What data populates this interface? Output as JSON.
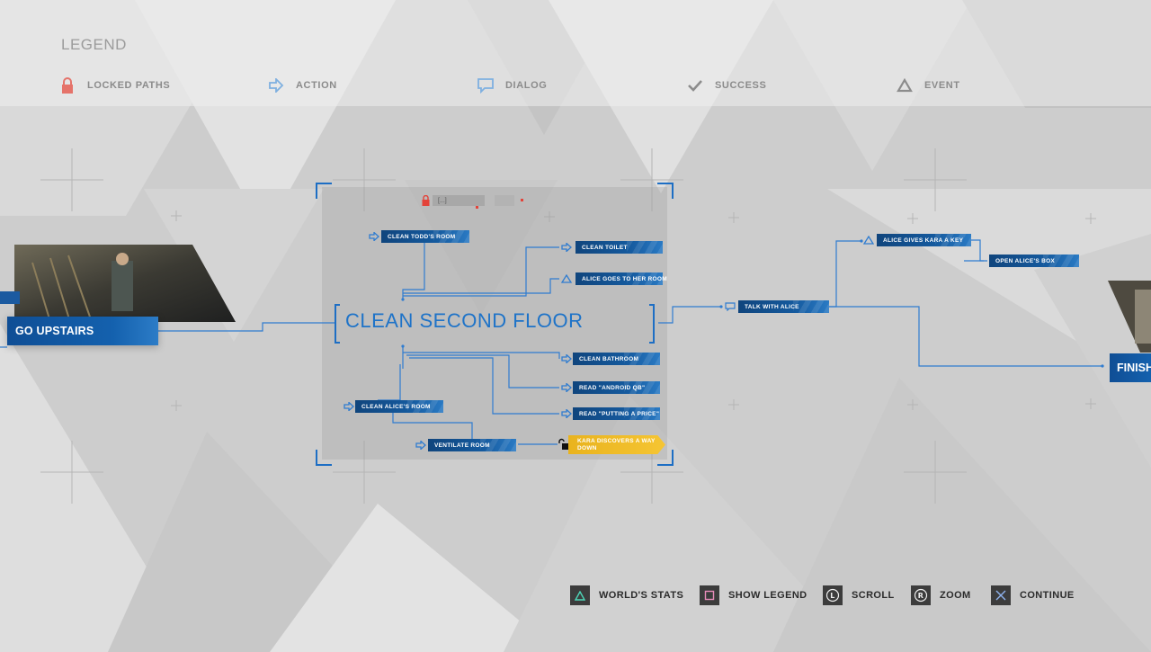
{
  "legend": {
    "title": "LEGEND",
    "items": [
      {
        "label": "LOCKED PATHS",
        "icon": "lock-icon",
        "color": "#e5736a"
      },
      {
        "label": "ACTION",
        "icon": "arrow-right-icon",
        "color": "#7fb0e0"
      },
      {
        "label": "DIALOG",
        "icon": "speech-bubble-icon",
        "color": "#7fb0e0"
      },
      {
        "label": "SUCCESS",
        "icon": "checkmark-icon",
        "color": "#8c8c8c"
      },
      {
        "label": "EVENT",
        "icon": "triangle-icon",
        "color": "#8c8c8c"
      }
    ]
  },
  "flowchart": {
    "previous_node": "GO UPSTAIRS",
    "scene_title": "CLEAN SECOND FLOOR",
    "locked_node": "[...]",
    "nodes": {
      "clean_todds_room": "CLEAN TODD'S ROOM",
      "clean_toilet": "CLEAN TOILET",
      "alice_goes_to_her_room": "ALICE GOES TO HER ROOM",
      "clean_bathroom": "CLEAN BATHROOM",
      "read_android_qb": "READ \"ANDROID QB\"",
      "read_putting_a_price": "READ \"PUTTING A PRICE\"",
      "clean_alices_room": "CLEAN ALICE'S ROOM",
      "ventilate_room": "VENTILATE ROOM",
      "kara_discovers": "KARA DISCOVERS A WAY DOWN",
      "talk_with_alice": "TALK WITH ALICE",
      "alice_gives_kara_a_key": "ALICE GIVES KARA A KEY",
      "open_alices_box": "OPEN ALICE'S BOX"
    },
    "next_node": "FINISH",
    "accent_color": "#1d6ec4",
    "highlight_color": "#f2bf2c"
  },
  "controls": [
    {
      "label": "WORLD'S STATS",
      "button": "triangle-button-icon"
    },
    {
      "label": "SHOW LEGEND",
      "button": "square-button-icon"
    },
    {
      "label": "SCROLL",
      "button": "l-stick-icon"
    },
    {
      "label": "ZOOM",
      "button": "r-stick-icon"
    },
    {
      "label": "CONTINUE",
      "button": "cross-button-icon"
    }
  ]
}
